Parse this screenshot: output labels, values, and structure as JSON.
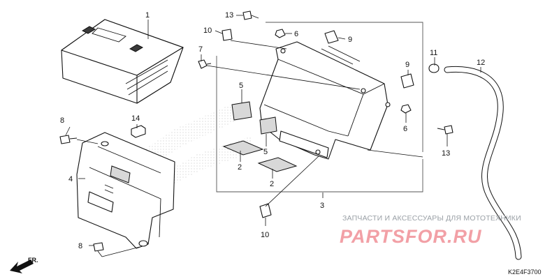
{
  "diagram": {
    "callouts": [
      {
        "id": "c1",
        "text": "1"
      },
      {
        "id": "c13a",
        "text": "13"
      },
      {
        "id": "c10a",
        "text": "10"
      },
      {
        "id": "c6a",
        "text": "6"
      },
      {
        "id": "c9a",
        "text": "9"
      },
      {
        "id": "c7",
        "text": "7"
      },
      {
        "id": "c11",
        "text": "11"
      },
      {
        "id": "c12",
        "text": "12"
      },
      {
        "id": "c9b",
        "text": "9"
      },
      {
        "id": "c5a",
        "text": "5"
      },
      {
        "id": "c5b",
        "text": "5"
      },
      {
        "id": "c6b",
        "text": "6"
      },
      {
        "id": "c8a",
        "text": "8"
      },
      {
        "id": "c14",
        "text": "14"
      },
      {
        "id": "c4",
        "text": "4"
      },
      {
        "id": "c2a",
        "text": "2"
      },
      {
        "id": "c2b",
        "text": "2"
      },
      {
        "id": "c13b",
        "text": "13"
      },
      {
        "id": "c3",
        "text": "3"
      },
      {
        "id": "c10b",
        "text": "10"
      },
      {
        "id": "c8b",
        "text": "8"
      }
    ],
    "watermark": {
      "subtitle": "ЗАПЧАСТИ И АКСЕССУАРЫ ДЛЯ МОТОТЕХНИКИ",
      "logo": "PARTSFOR.RU"
    },
    "direction_label": "FR.",
    "diagram_code": "K2E4F3700",
    "colors": {
      "line": "#111111",
      "watermark_logo": "#f2a0a6",
      "watermark_text": "#9aa0a6"
    }
  }
}
